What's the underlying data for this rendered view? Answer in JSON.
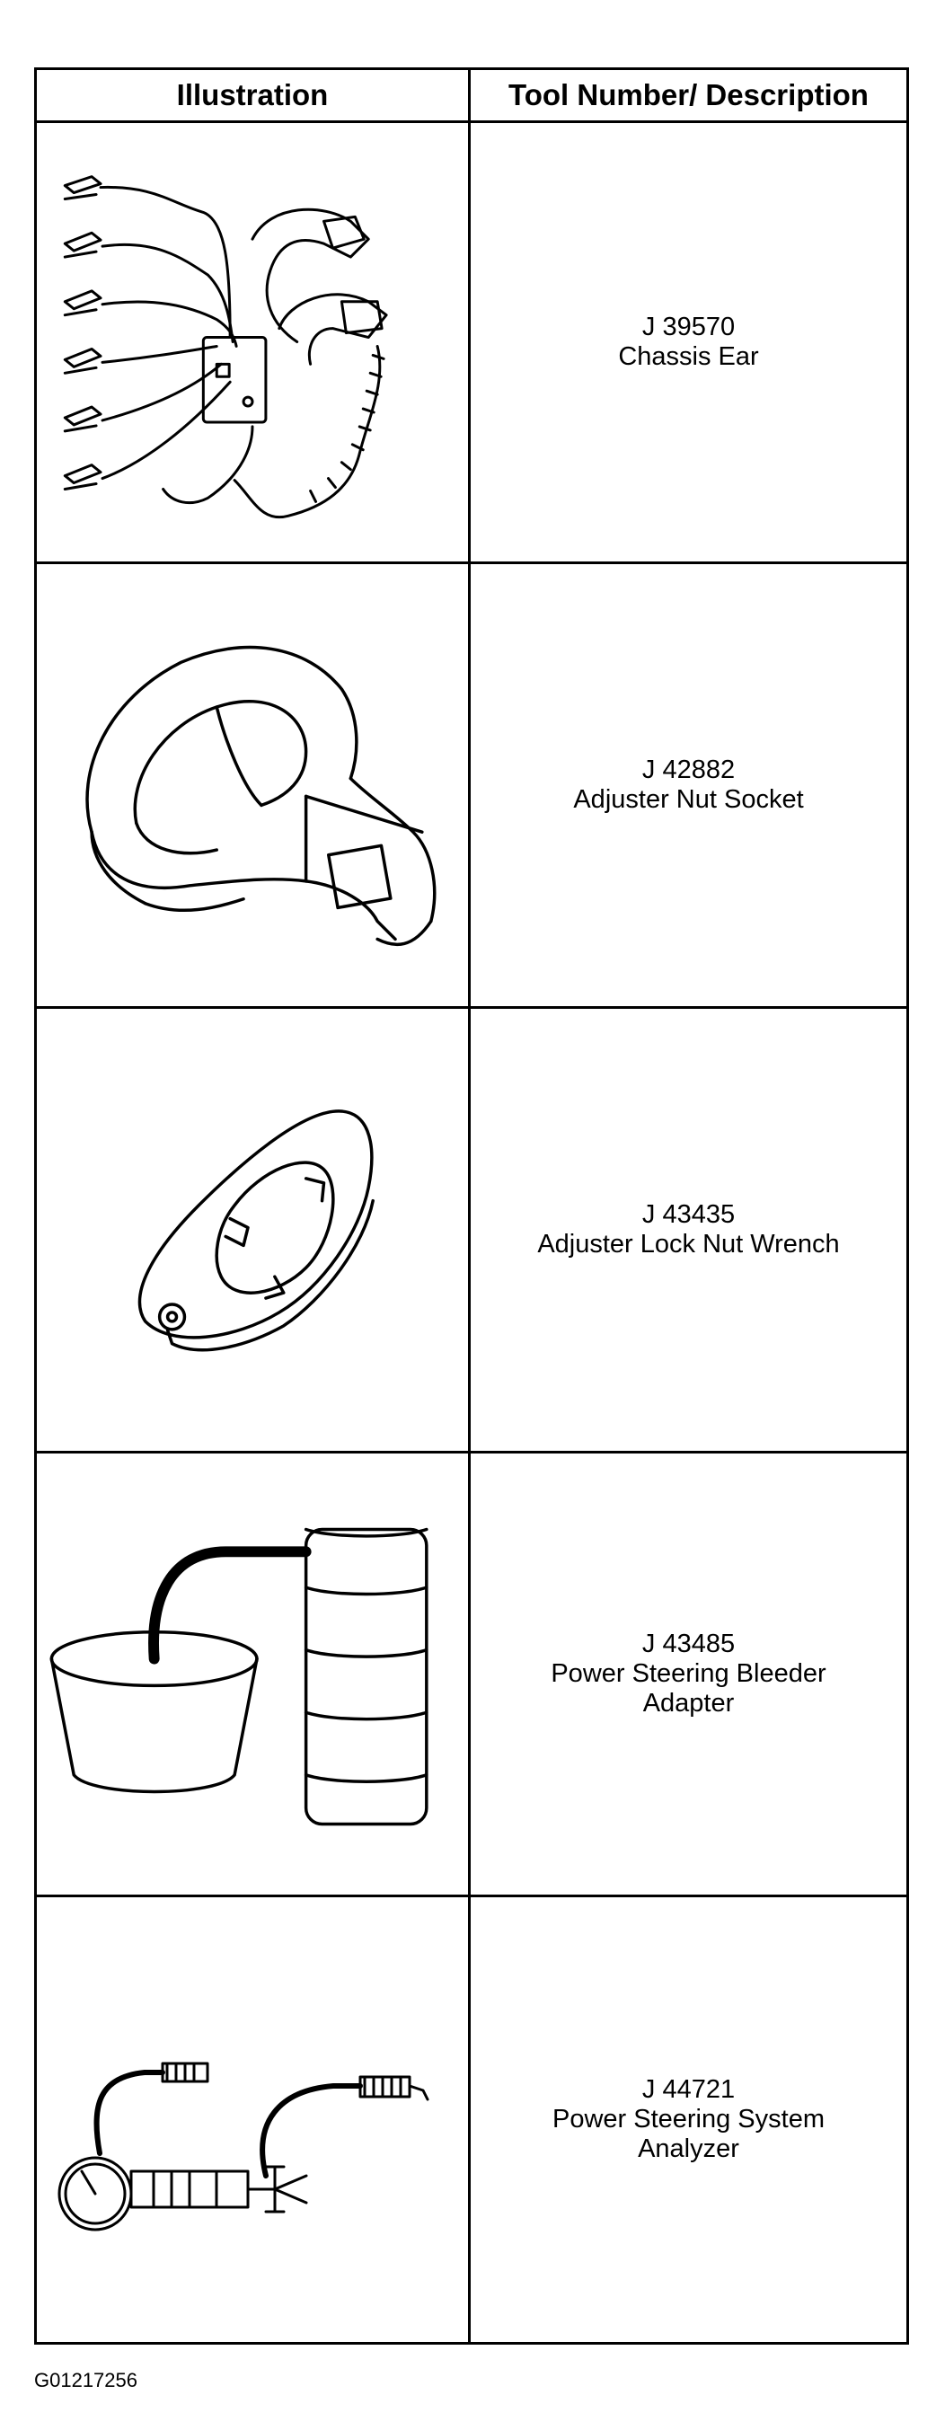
{
  "table": {
    "headers": {
      "illustration": "Illustration",
      "description": "Tool Number/ Description"
    },
    "tools": [
      {
        "number": "J 39570",
        "description_lines": [
          "Chassis Ear"
        ],
        "illustration_icon": "chassis-ear-icon"
      },
      {
        "number": "J 42882",
        "description_lines": [
          "Adjuster Nut Socket"
        ],
        "illustration_icon": "adjuster-nut-socket-icon"
      },
      {
        "number": "J 43435",
        "description_lines": [
          "Adjuster Lock Nut Wrench"
        ],
        "illustration_icon": "lock-nut-wrench-icon"
      },
      {
        "number": "J 43485",
        "description_lines": [
          "Power Steering Bleeder",
          "Adapter"
        ],
        "illustration_icon": "bleeder-adapter-icon"
      },
      {
        "number": "J 44721",
        "description_lines": [
          "Power Steering System",
          "Analyzer"
        ],
        "illustration_icon": "steering-analyzer-icon"
      }
    ]
  },
  "figure_code": "G01217256"
}
